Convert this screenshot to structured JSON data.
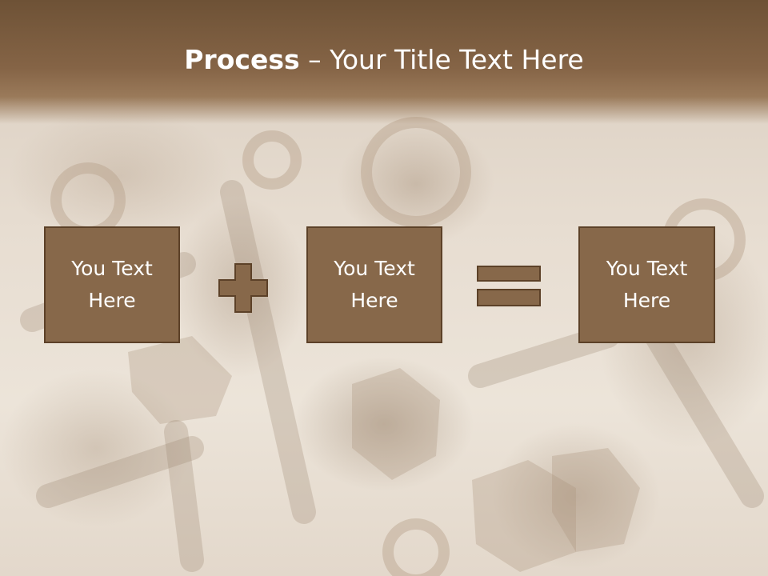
{
  "slide": {
    "title_bold": "Process",
    "title_rest": " – Your Title Text Here"
  },
  "process": {
    "box1_text": "You Text Here",
    "operator1": "plus-icon",
    "box2_text": "You Text Here",
    "operator2": "equals-icon",
    "box3_text": "You Text Here"
  },
  "colors": {
    "header": "#7a5c3e",
    "box_fill": "#87684a",
    "box_border": "#5c4128",
    "text": "#ffffff"
  }
}
